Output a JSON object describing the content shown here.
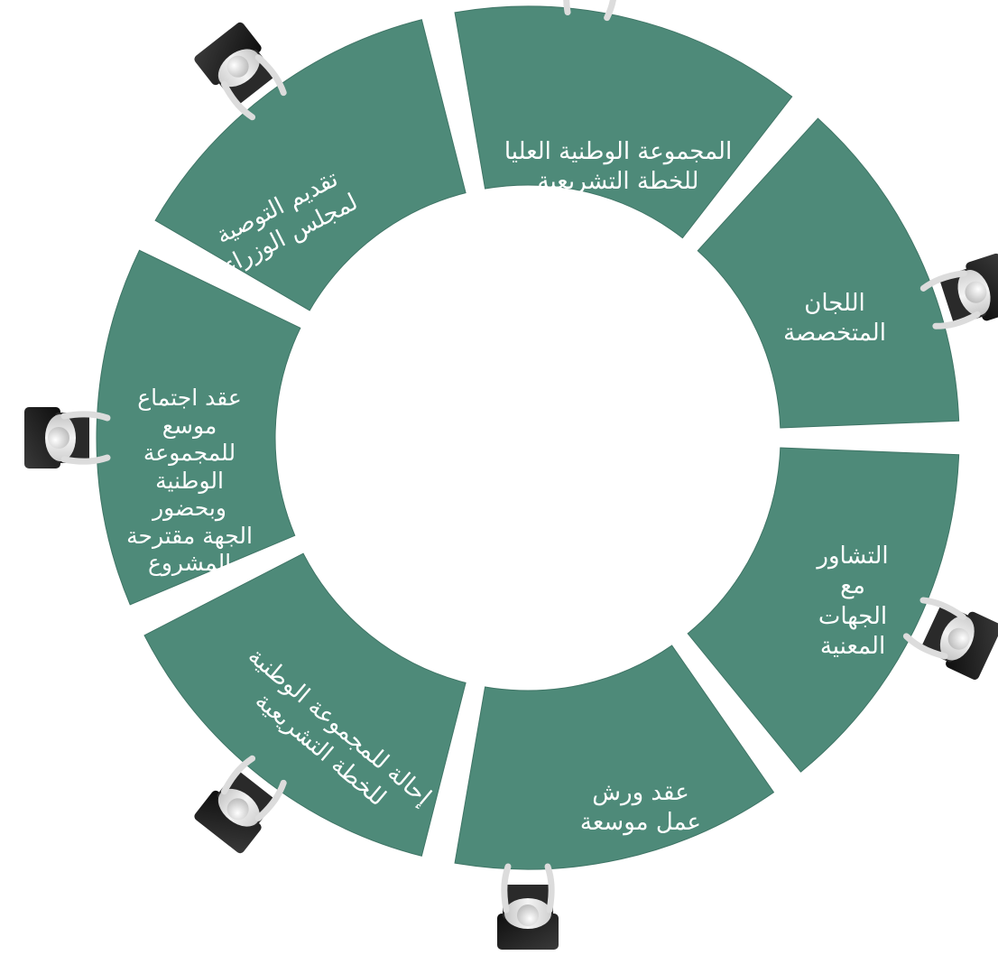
{
  "diagram": {
    "colors": {
      "segment_fill": "#4e8a79",
      "segment_fill_light": "#5f9b89",
      "segment_edge": "#3f7566",
      "label_text": "#ffffff",
      "chair": "#1c1c1c",
      "figure": "#e8e8e8"
    },
    "segments": [
      {
        "id": "national-group",
        "lines": [
          "المجموعة الوطنية العليا",
          "للخطة التشريعية"
        ]
      },
      {
        "id": "specialized-committees",
        "lines": [
          "اللجان",
          "المتخصصة"
        ]
      },
      {
        "id": "consult-entities",
        "lines": [
          "التشاور",
          "مع",
          "الجهات",
          "المعنية"
        ]
      },
      {
        "id": "workshops",
        "lines": [
          "عقد ورش",
          "عمل موسعة"
        ]
      },
      {
        "id": "refer-to-group",
        "lines": [
          "إحالة للمجموعة الوطنية",
          "للخطة التشريعية"
        ]
      },
      {
        "id": "expanded-meeting",
        "lines": [
          "عقد اجتماع",
          "موسع",
          "للمجموعة",
          "الوطنية",
          "وبحضور",
          "الجهة مقترحة",
          "المشروع"
        ]
      },
      {
        "id": "recommendation",
        "lines": [
          "تقديم التوصية",
          "لمجلس الوزراء"
        ]
      }
    ]
  }
}
